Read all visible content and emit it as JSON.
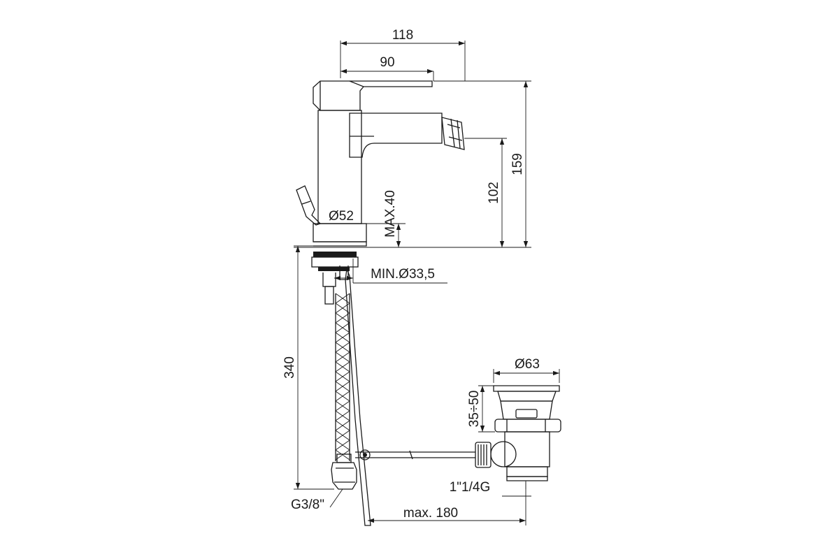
{
  "labels": {
    "width_overall": "118",
    "width_spout": "90",
    "height_overall": "159",
    "height_spout": "102",
    "max_deck": "MAX.40",
    "body_diameter": "Ø52",
    "hole_diameter": "MIN.Ø33,5",
    "hose_length": "340",
    "hose_thread": "G3/8\"",
    "waste_diameter": "Ø63",
    "waste_range": "35÷50",
    "waste_thread": "1\"1/4G",
    "rod_length": "max. 180"
  }
}
